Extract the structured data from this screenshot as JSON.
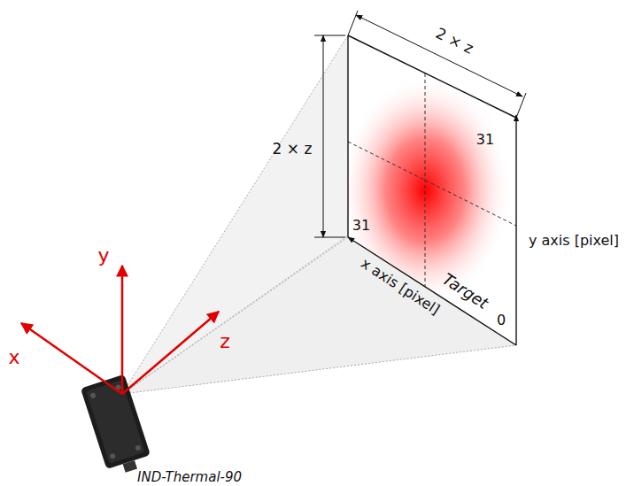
{
  "diagram": {
    "labels": [
      "2 × z",
      "2 × z",
      "31",
      "31",
      "y axis [pixel]",
      "x axis [pixel]",
      "Target",
      "0",
      "y",
      "x",
      "z",
      "IND-Thermal-90"
    ]
  }
}
